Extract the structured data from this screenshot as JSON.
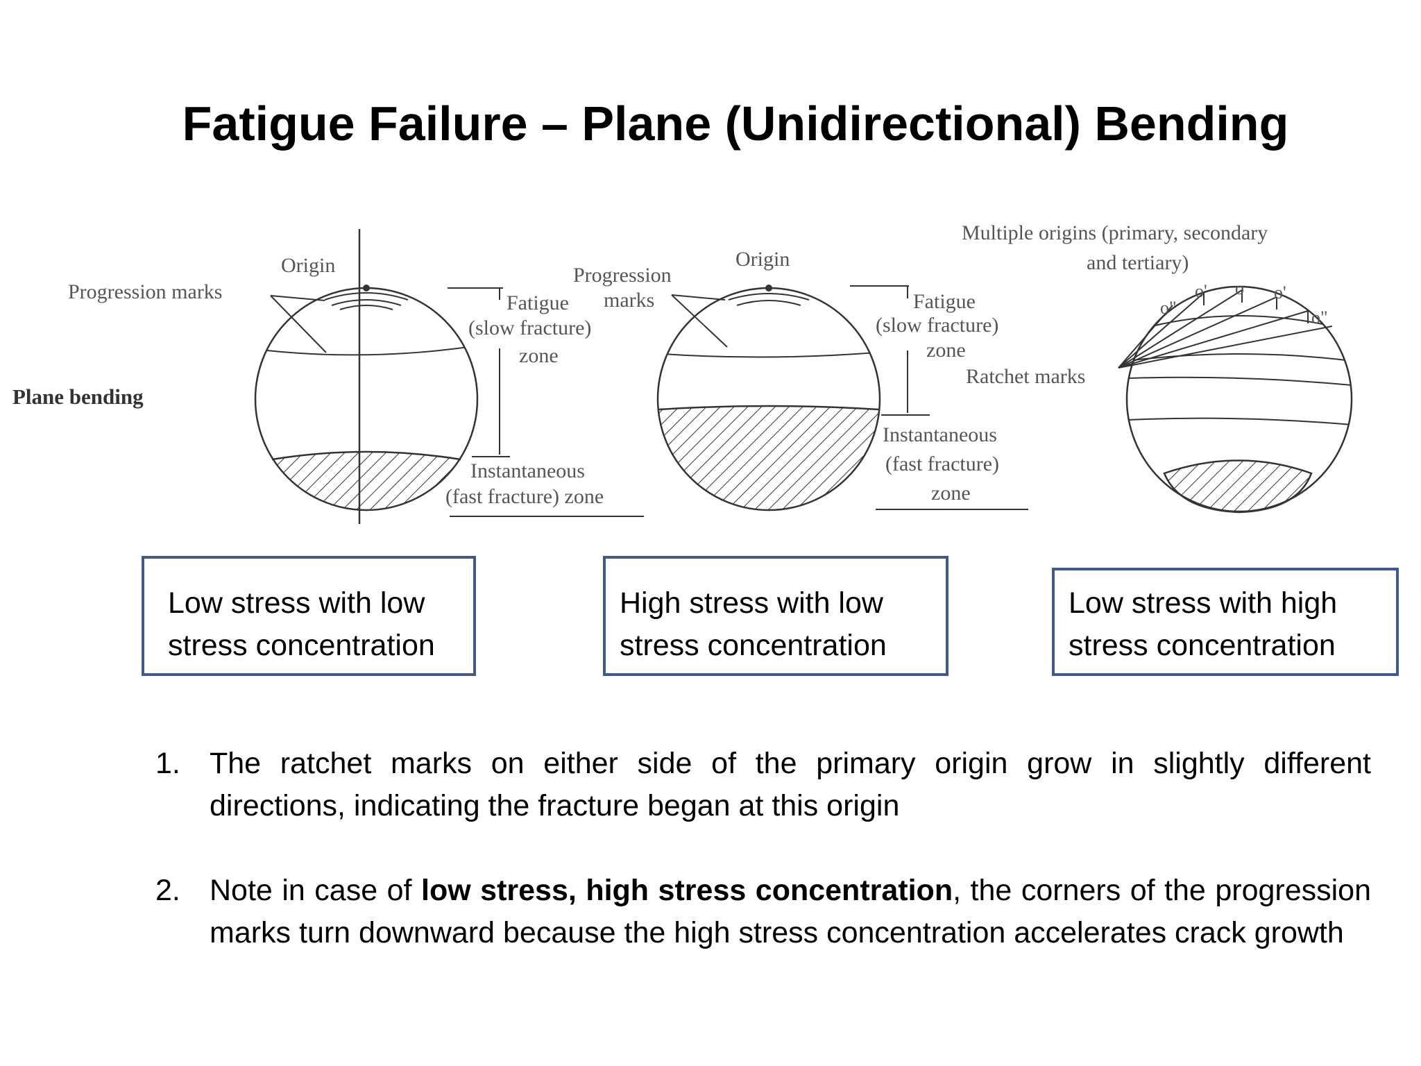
{
  "title": "Fatigue Failure – Plane (Unidirectional) Bending",
  "figure": {
    "row_label": "Plane bending",
    "labels": {
      "progression_marks": "Progression marks",
      "origin": "Origin",
      "fatigue_1": "Fatigue",
      "slow_fracture_1": "(slow fracture)",
      "zone_1": "zone",
      "instantaneous_1": "Instantaneous",
      "fast_fracture_1": "(fast fracture) zone",
      "progression_2a": "Progression",
      "progression_2b": "marks",
      "origin_2": "Origin",
      "fatigue_2": "Fatigue",
      "slow_fracture_2": "(slow fracture)",
      "zone_2": "zone",
      "instantaneous_2": "Instantaneous",
      "fast_fracture_2": "(fast fracture)",
      "zone_2b": "zone",
      "multiple_origins_a": "Multiple origins (primary, secondary",
      "multiple_origins_b": "and tertiary)",
      "ratchet_marks": "Ratchet marks",
      "o_dbl_left": "o\"",
      "o_prime_left": "o'",
      "o_center": "o",
      "o_prime_right": "o'",
      "o_dbl_right": "o\""
    }
  },
  "captions": [
    {
      "line1": "Low stress with low",
      "line2": "stress concentration"
    },
    {
      "line1": "High stress with low",
      "line2": "stress concentration"
    },
    {
      "line1": "Low stress with high",
      "line2": "stress concentration"
    }
  ],
  "points": [
    {
      "num": "1.",
      "text": "The ratchet marks on either side of the primary origin grow in slightly different directions, indicating the fracture  began at this origin"
    },
    {
      "num": "2.",
      "pre": "Note in case of ",
      "bold": "low stress, high stress concentration",
      "post": ", the corners of the progression marks turn downward because the high stress concentration accelerates crack growth"
    }
  ]
}
